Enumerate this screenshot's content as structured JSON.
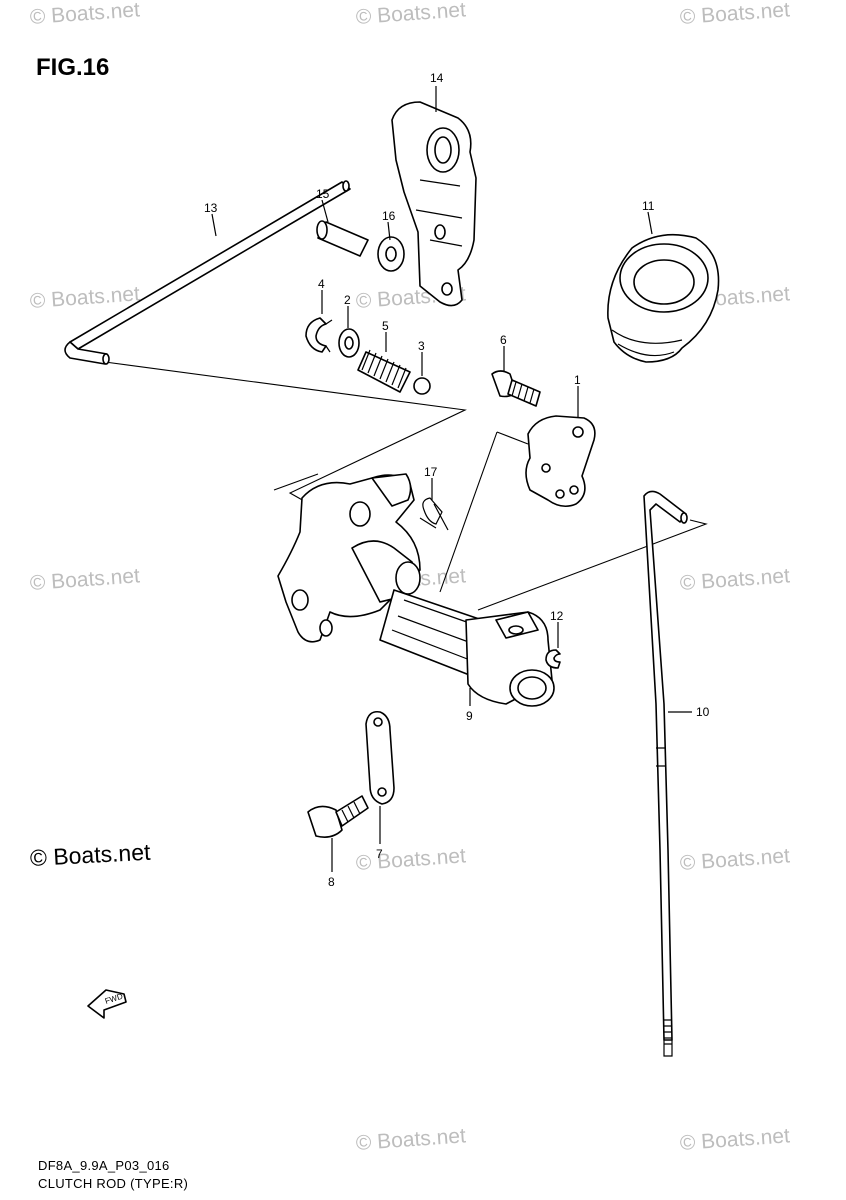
{
  "figure": {
    "title": "FIG.16",
    "code": "DF8A_9.9A_P03_016",
    "name": "CLUTCH ROD (TYPE:R)"
  },
  "copyright": "© Boats.net",
  "watermark": "© Boats.net",
  "callouts": {
    "p1": "1",
    "p2": "2",
    "p3": "3",
    "p4": "4",
    "p5": "5",
    "p6": "6",
    "p7": "7",
    "p8": "8",
    "p9": "9",
    "p10": "10",
    "p11": "11",
    "p12": "12",
    "p13": "13",
    "p14": "14",
    "p15": "15",
    "p16": "16",
    "p17": "17"
  },
  "fwd_label": "FWD",
  "icons": {
    "direction": "fwd-arrow-icon"
  }
}
